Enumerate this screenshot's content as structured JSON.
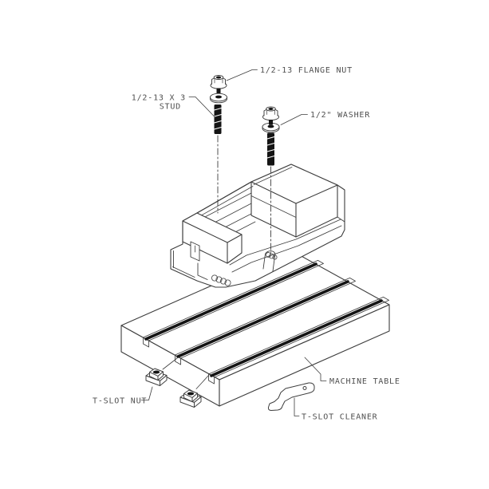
{
  "diagram": {
    "title": "vise and machine table assembly drawing"
  },
  "labels": {
    "flange_nut": "1/2-13 FLANGE NUT",
    "stud_line1": "1/2-13 X 3",
    "stud_line2": "STUD",
    "washer": "1/2\" WASHER",
    "machine_table": "MACHINE TABLE",
    "t_slot_nut": "T-SLOT NUT",
    "t_slot_cleaner": "T-SLOT CLEANER"
  },
  "colors": {
    "background": "#ffffff",
    "line": "#3d3d3d",
    "dark_fill": "#141414",
    "text": "#4f4f4f"
  }
}
